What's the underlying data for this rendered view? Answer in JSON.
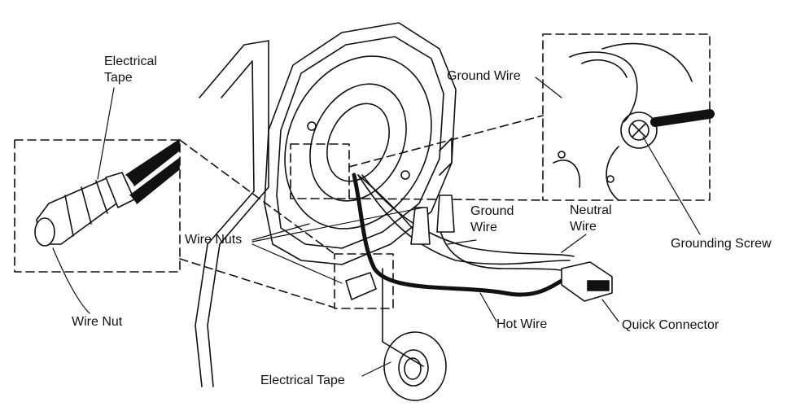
{
  "labels": {
    "electrical_tape_top_line1": "Electrical",
    "electrical_tape_top_line2": "Tape",
    "wire_nut": "Wire Nut",
    "wire_nuts": "Wire Nuts",
    "ground_wire_top": "Ground Wire",
    "ground_wire_mid_line1": "Ground",
    "ground_wire_mid_line2": "Wire",
    "neutral_wire_line1": "Neutral",
    "neutral_wire_line2": "Wire",
    "grounding_screw": "Grounding Screw",
    "quick_connector": "Quick Connector",
    "hot_wire": "Hot Wire",
    "electrical_tape_bottom": "Electrical Tape"
  },
  "colors": {
    "line": "#111111",
    "background": "#ffffff"
  }
}
